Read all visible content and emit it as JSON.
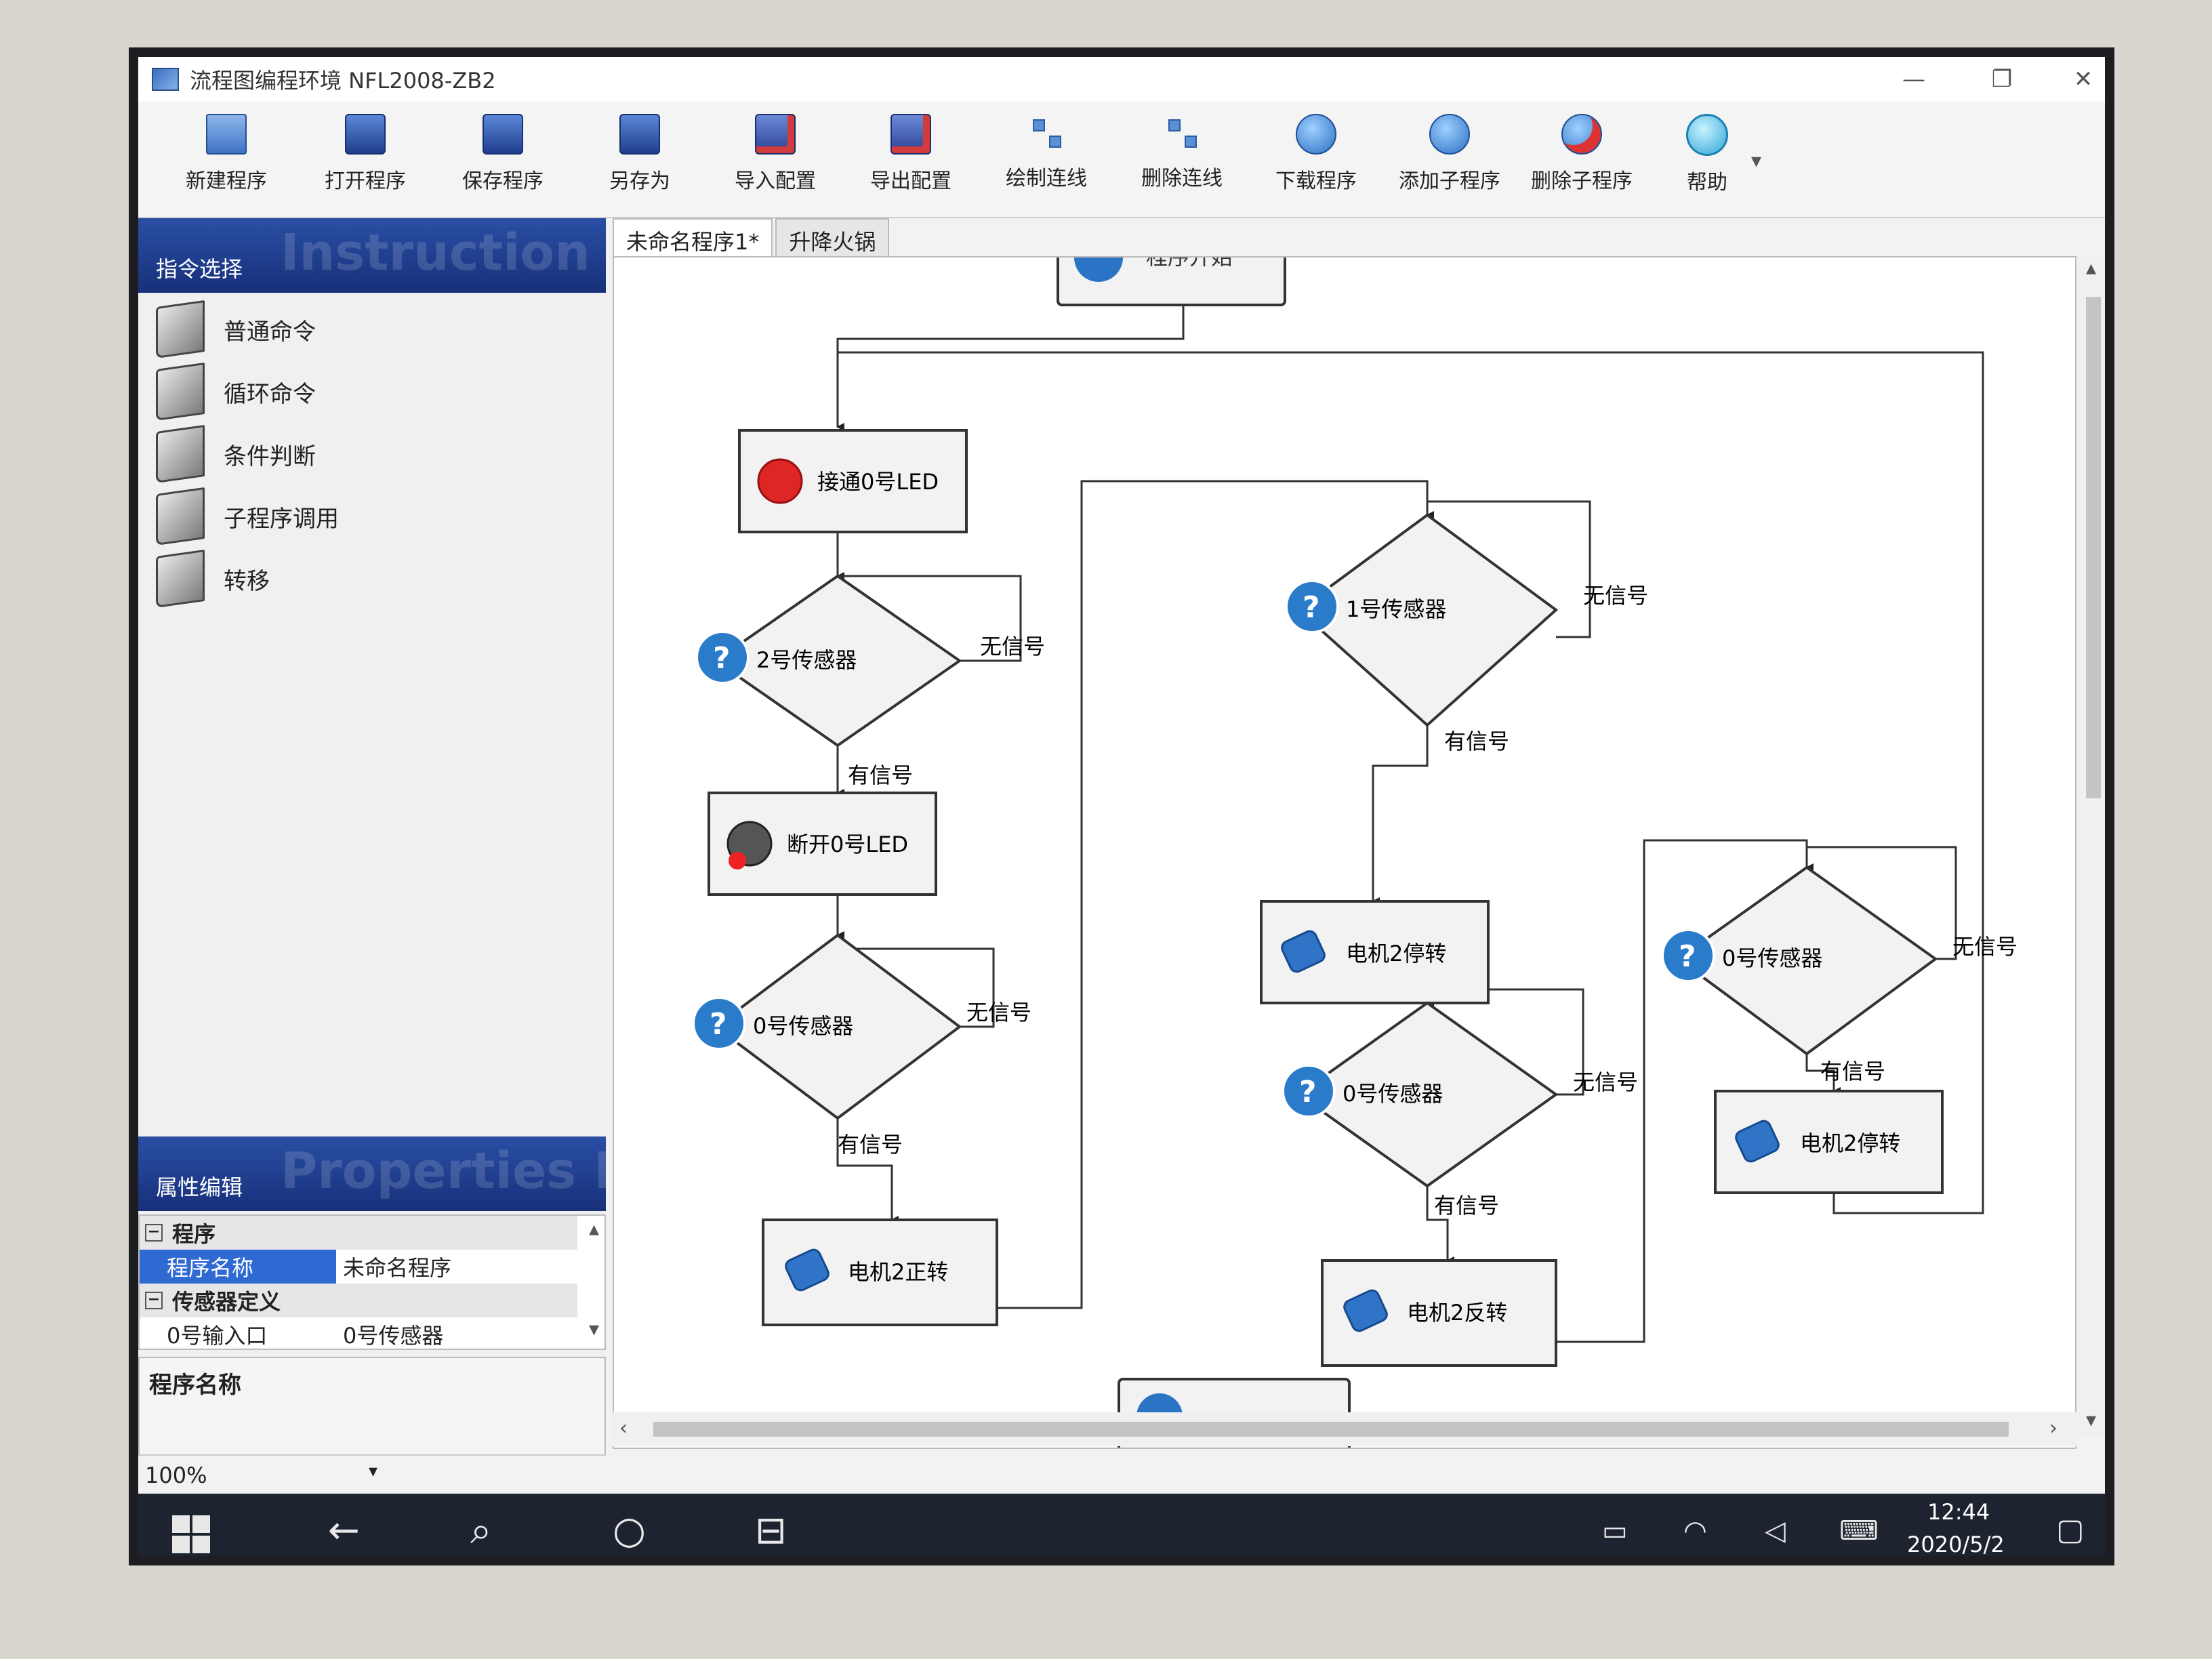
{
  "window": {
    "title": "流程图编程环境 NFL2008-ZB2",
    "minimize": "—",
    "restore": "❐",
    "close": "✕"
  },
  "toolbar": [
    {
      "label": "新建程序",
      "icon": "new-program-icon"
    },
    {
      "label": "打开程序",
      "icon": "open-program-icon"
    },
    {
      "label": "保存程序",
      "icon": "save-program-icon"
    },
    {
      "label": "另存为",
      "icon": "save-as-icon"
    },
    {
      "label": "导入配置",
      "icon": "import-config-icon"
    },
    {
      "label": "导出配置",
      "icon": "export-config-icon"
    },
    {
      "label": "绘制连线",
      "icon": "draw-link-icon"
    },
    {
      "label": "删除连线",
      "icon": "delete-link-icon"
    },
    {
      "label": "下载程序",
      "icon": "download-program-icon"
    },
    {
      "label": "添加子程序",
      "icon": "add-subprogram-icon"
    },
    {
      "label": "删除子程序",
      "icon": "delete-subprogram-icon"
    },
    {
      "label": "帮助",
      "icon": "help-icon"
    }
  ],
  "instruction_panel": {
    "title": "指令选择",
    "watermark": "Instruction Selector",
    "items": [
      "普通命令",
      "循环命令",
      "条件判断",
      "子程序调用",
      "转移"
    ]
  },
  "properties_panel": {
    "title": "属性编辑",
    "watermark": "Properties Editor",
    "cat_program": "程序",
    "name_key": "程序名称",
    "name_value": "未命名程序",
    "cat_sensor": "传感器定义",
    "input0_key": "0号输入口",
    "input0_value": "0号传感器",
    "description_title": "程序名称"
  },
  "tabs": [
    "未命名程序1*",
    "升降火锅"
  ],
  "flow": {
    "start": "程序开始",
    "nodes": {
      "led_on": "接通0号LED",
      "sensor2": "2号传感器",
      "led_off": "断开0号LED",
      "sensor0_a": "0号传感器",
      "motor2_fwd": "电机2正转",
      "sensor1": "1号传感器",
      "motor2_stop_a": "电机2停转",
      "sensor0_b": "0号传感器",
      "motor2_rev": "电机2反转",
      "sensor0_c": "0号传感器",
      "motor2_stop_b": "电机2停转"
    },
    "no_signal": "无信号",
    "has_signal": "有信号"
  },
  "status": {
    "zoom": "100%"
  },
  "taskbar": {
    "time": "12:44",
    "date": "2020/5/2"
  }
}
